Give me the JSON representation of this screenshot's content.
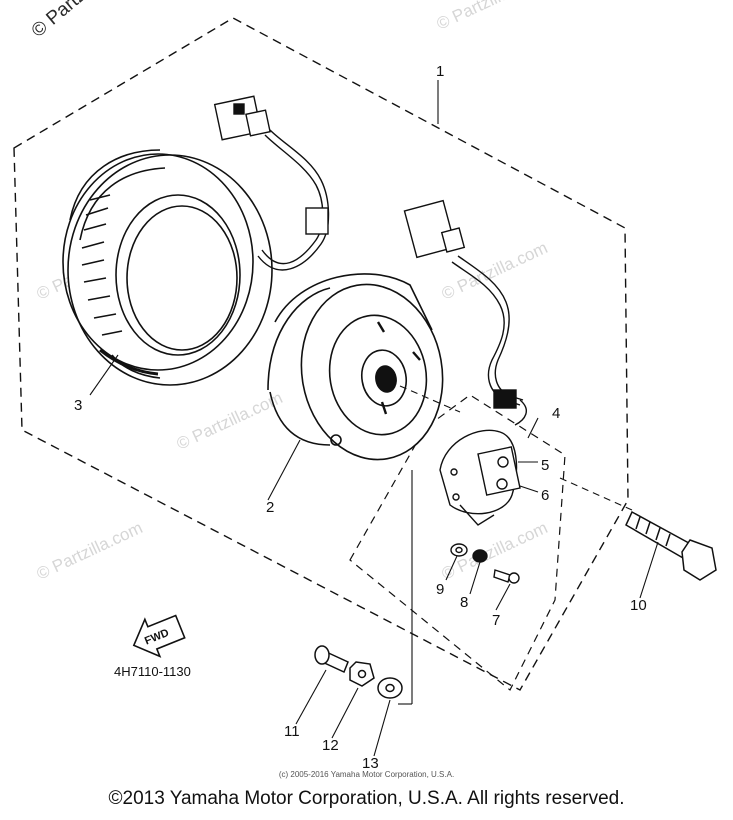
{
  "watermark": {
    "text": "© Partzilla.com",
    "corner_text": "© Partz"
  },
  "callouts": {
    "c1": "1",
    "c2": "2",
    "c3": "3",
    "c4": "4",
    "c5": "5",
    "c6": "6",
    "c7": "7",
    "c8": "8",
    "c9": "9",
    "c10": "10",
    "c11": "11",
    "c12": "12",
    "c13": "13"
  },
  "diagram_code": "4H7110-1130",
  "fwd_label": "FWD",
  "small_copyright": "(c) 2005-2016 Yamaha Motor Corporation, U.S.A.",
  "footer": "©2013 Yamaha Motor Corporation, U.S.A. All rights reserved.",
  "colors": {
    "ink": "#111111",
    "watermark": "#d6d6d6"
  }
}
